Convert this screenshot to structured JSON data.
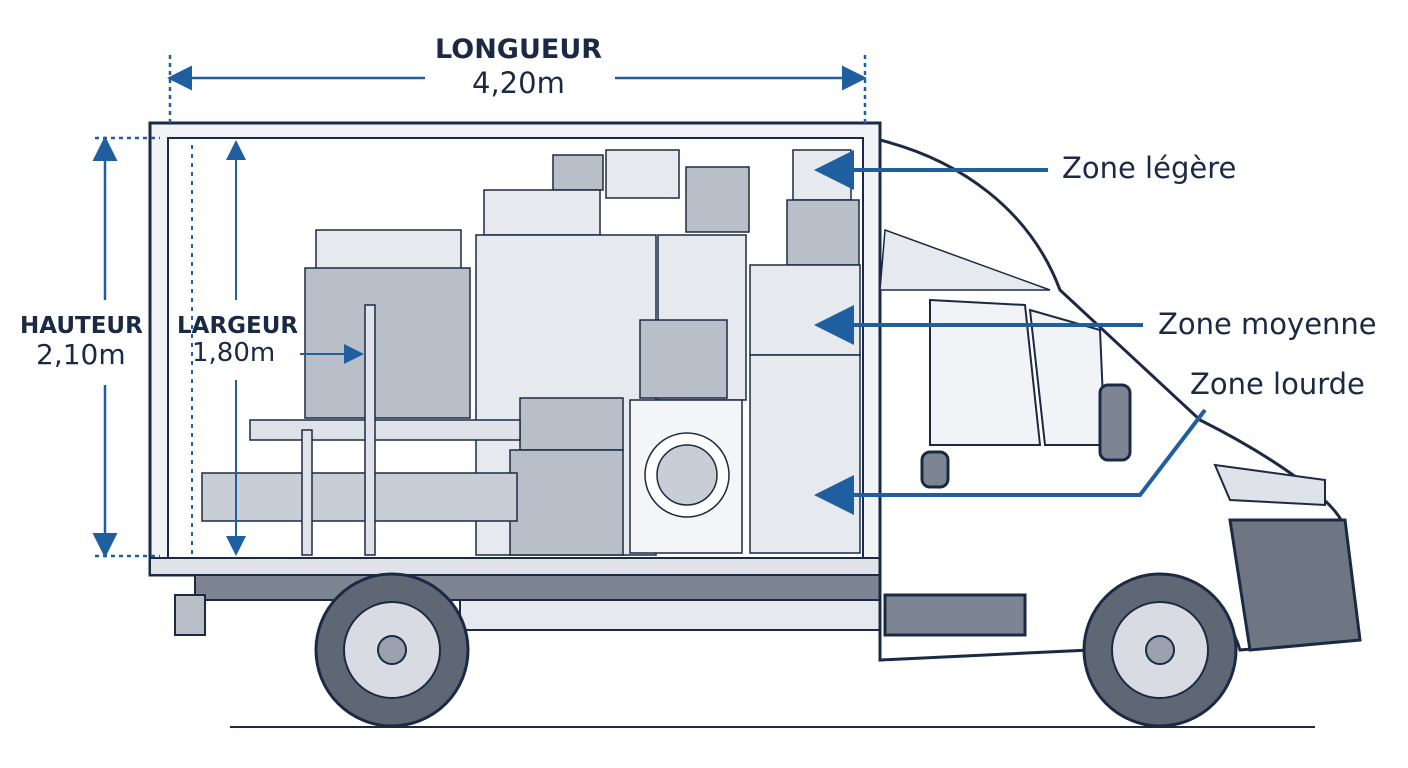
{
  "dimensions": {
    "length": {
      "label": "LONGUEUR",
      "value": "4,20m"
    },
    "height": {
      "label": "HAUTEUR",
      "value": "2,10m"
    },
    "width": {
      "label": "LARGEUR",
      "value": "1,80m"
    }
  },
  "zones": [
    {
      "label": "Zone légère"
    },
    {
      "label": "Zone moyenne"
    },
    {
      "label": "Zone lourde"
    }
  ],
  "colors": {
    "outline": "#1b2a44",
    "arrow": "#1f5fa0",
    "cargo": "#c9ced6",
    "body": "#f1f3f6"
  }
}
